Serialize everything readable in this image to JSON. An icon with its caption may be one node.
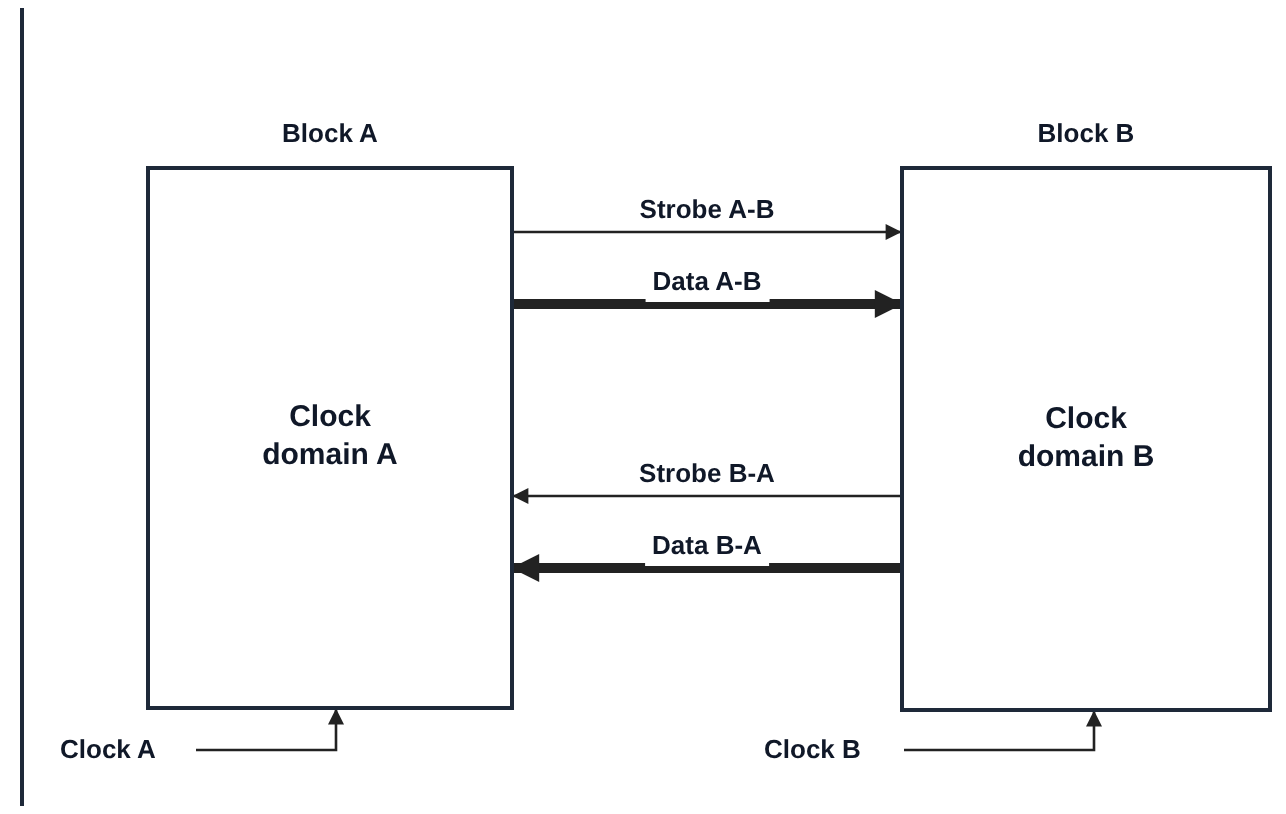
{
  "diagram": {
    "nodes": [
      {
        "text": [
          "Block A",
          "Clock domain A"
        ]
      },
      {
        "text": [
          "Block B",
          "Clock domain B"
        ]
      },
      {
        "text": [
          "Clock A"
        ]
      },
      {
        "text": [
          "Clock B"
        ]
      }
    ],
    "edges": [
      {
        "from": 0,
        "to": 1,
        "arrow": "to",
        "label": "Strobe A-B"
      },
      {
        "from": 0,
        "to": 1,
        "arrow": "to",
        "label": "Data A-B",
        "style": "thick"
      },
      {
        "from": 1,
        "to": 0,
        "arrow": "to",
        "label": "Strobe B-A"
      },
      {
        "from": 1,
        "to": 0,
        "arrow": "to",
        "label": "Data B-A",
        "style": "thick"
      },
      {
        "from": 2,
        "to": 0,
        "arrow": "to"
      },
      {
        "from": 3,
        "to": 1,
        "arrow": "to"
      }
    ]
  }
}
